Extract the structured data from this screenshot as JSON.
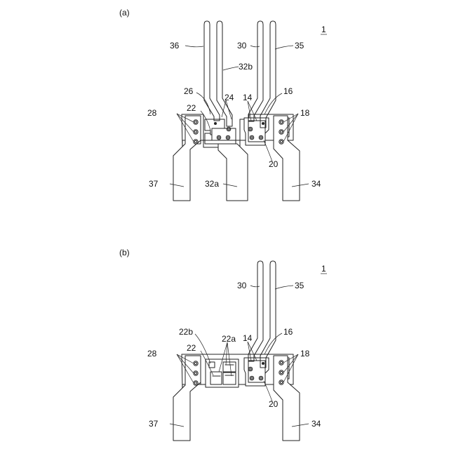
{
  "figure": {
    "panel_a": {
      "label": "(a)",
      "ref_mark": "1",
      "labels": {
        "l36": "36",
        "l30": "30",
        "l35": "35",
        "l32b": "32b",
        "l26": "26",
        "l24": "24",
        "l14": "14",
        "l16": "16",
        "l28": "28",
        "l22": "22",
        "l18": "18",
        "l20": "20",
        "l37": "37",
        "l32a": "32a",
        "l34": "34"
      }
    },
    "panel_b": {
      "label": "(b)",
      "ref_mark": "1",
      "labels": {
        "l30": "30",
        "l35": "35",
        "l16": "16",
        "l22b": "22b",
        "l22a": "22a",
        "l14": "14",
        "l28": "28",
        "l22": "22",
        "l18": "18",
        "l20": "20",
        "l37": "37",
        "l34": "34"
      }
    }
  }
}
